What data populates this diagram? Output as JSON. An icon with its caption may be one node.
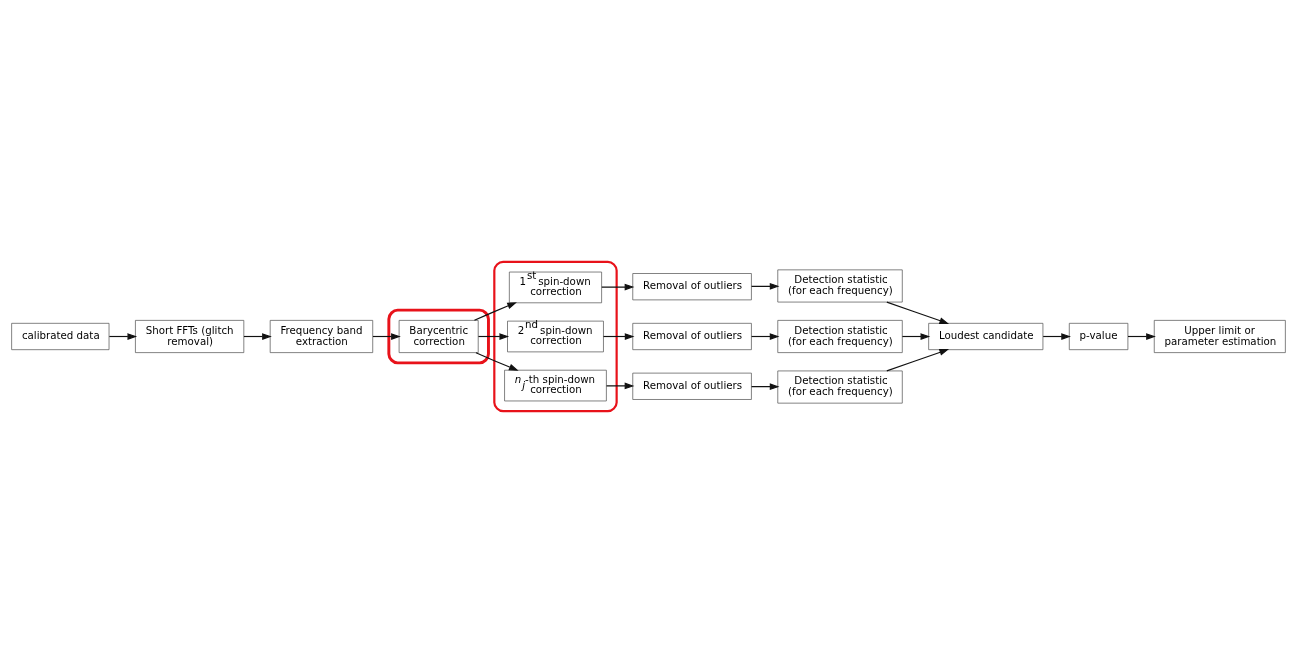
{
  "diagram": {
    "nodes": [
      {
        "text": [
          "calibrated data"
        ]
      },
      {
        "text": [
          "Short FFTs (glitch removal)"
        ]
      },
      {
        "text": [
          "Frequency band extraction"
        ]
      },
      {
        "text": [],
        "shape": "ellipse"
      },
      {
        "text": [
          "Barycentric correction"
        ],
        "in": 3
      },
      {
        "text": [],
        "shape": "box"
      },
      {
        "text": [
          "1$^{st}$ spin-down correction"
        ],
        "in": 5
      },
      {
        "text": [
          "Removal of outliers"
        ]
      },
      {
        "text": [
          "Detection statistic (for each frequency)"
        ]
      },
      {
        "text": [
          "2$^{nd}$ spin-down correction"
        ],
        "in": 5
      },
      {
        "text": [
          "Removal of outliers"
        ]
      },
      {
        "text": [
          "Detection statistic (for each frequency)"
        ]
      },
      {
        "text": [
          "*n*$_{j}$-th spin-down correction"
        ],
        "in": 5
      },
      {
        "text": [
          "Removal of outliers"
        ]
      },
      {
        "text": [
          "Detection statistic (for each frequency)"
        ]
      },
      {
        "text": [
          "Loudest candidate"
        ]
      },
      {
        "text": [
          "p-value"
        ]
      },
      {
        "text": [
          "Upper limit or parameter estimation"
        ]
      }
    ],
    "edges": [
      {
        "from": 0,
        "to": 1,
        "arrow": "to"
      },
      {
        "from": 1,
        "to": 2,
        "arrow": "to"
      },
      {
        "from": 2,
        "to": 4,
        "arrow": "to"
      },
      {
        "from": 4,
        "to": 6,
        "arrow": "to"
      },
      {
        "from": 4,
        "to": 9,
        "arrow": "to"
      },
      {
        "from": 4,
        "to": 12,
        "arrow": "to"
      },
      {
        "from": 6,
        "to": 7,
        "arrow": "to"
      },
      {
        "from": 7,
        "to": 8,
        "arrow": "to"
      },
      {
        "from": 9,
        "to": 10,
        "arrow": "to"
      },
      {
        "from": 10,
        "to": 11,
        "arrow": "to"
      },
      {
        "from": 12,
        "to": 13,
        "arrow": "to"
      },
      {
        "from": 13,
        "to": 14,
        "arrow": "to"
      },
      {
        "from": 8,
        "to": 15,
        "arrow": "to"
      },
      {
        "from": 11,
        "to": 15,
        "arrow": "to"
      },
      {
        "from": 14,
        "to": 15,
        "arrow": "to"
      },
      {
        "from": 15,
        "to": 16,
        "arrow": "to"
      },
      {
        "from": 16,
        "to": 17,
        "arrow": "to"
      }
    ]
  }
}
